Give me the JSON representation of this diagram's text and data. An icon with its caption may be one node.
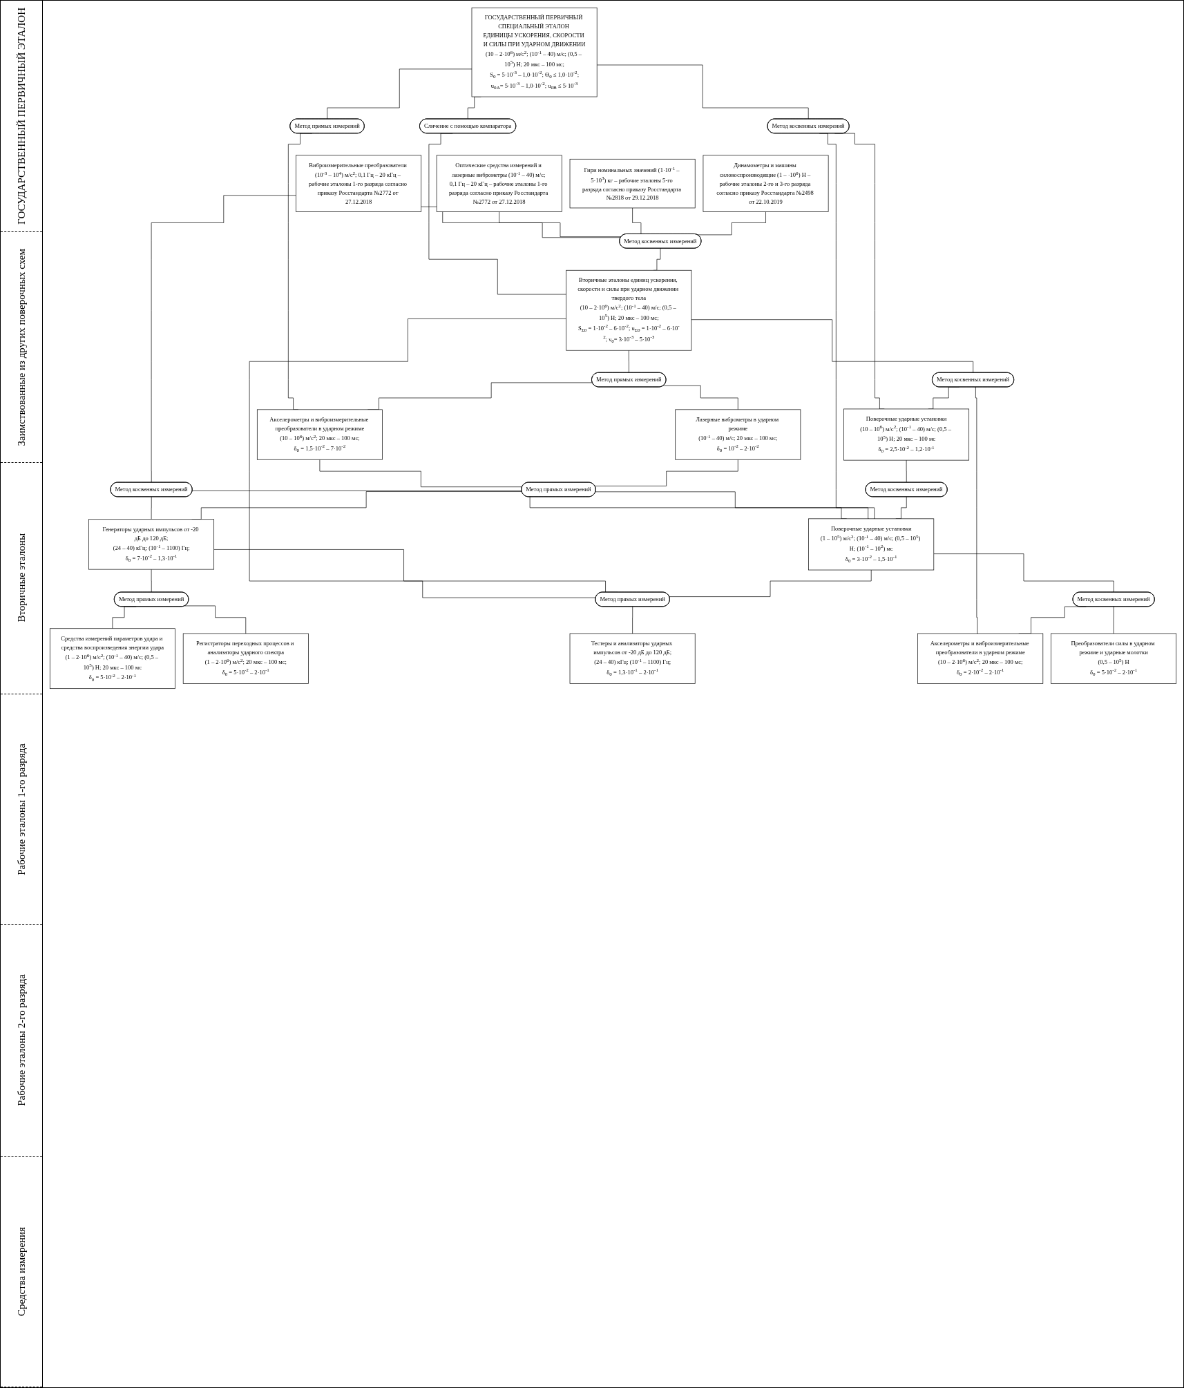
{
  "diagram": {
    "nodes": [
      {
        "text": [
          "ГОСУДАРСТВЕННЫЙ ПЕРВИЧНЫЙ СПЕЦИАЛЬНЫЙ ЭТАЛОН ЕДИНИЦЫ УСКОРЕНИЯ, СКОРОСТИ И СИЛЫ ПРИ УДАРНОМ ДВИЖЕНИИ",
          "(10 – 2·10$^{6}$) м/с$^{2}$; (10$^{-1}$ – 40) м/с; (0,5 – 10$^{5}$) Н; 20 мкс – 100 мс;",
          "S$_{0}$ = 5·10$^{-3}$ – 1,0·10$^{-2}$; Θ$_{0}$ ≤ 1,0·10$^{-2}$;",
          "u$_{0A}$= 5·10$^{-3}$ – 1,0·10$^{-2}$; u$_{0B}$ ≤ 5·10$^{-3}$"
        ]
      },
      {
        "text": [
          "Метод прямых измерений"
        ]
      },
      {
        "text": [
          "Сличение с помощью компаратора"
        ]
      },
      {
        "text": [
          "Метод косвенных измерений"
        ]
      },
      {
        "text": [
          "Виброизмерительные преобразователи (10$^{-3}$ – 10$^{4}$) м/с$^{2}$; 0,1 Гц – 20 кГц – рабочие эталоны 1-го разряда согласно приказу Росстандарта №2772 от 27.12.2018"
        ]
      },
      {
        "text": [
          "Оптические средства измерений и лазерные виброметры (10$^{-1}$ – 40) м/с; 0,1 Гц – 20 кГц – рабочие эталоны 1-го разряда согласно приказу Росстандарта №2772 от 27.12.2018"
        ]
      },
      {
        "text": [
          "Гири номинальных значений (1·10$^{-1}$ – 5·10$^{3}$) кг – рабочие эталоны 5-го разряда согласно приказу Росстандарта №2818 от 29.12.2018"
        ]
      },
      {
        "text": [
          "Динамометры и машины силовоспроизводящие (1 – ·10$^{6}$) Н – рабочие эталоны 2-го и 3-го разряда согласно приказу Росстандарта №2498 от 22.10.2019"
        ]
      },
      {
        "text": [
          "Метод косвенных измерений"
        ]
      },
      {
        "text": [
          "Вторичные эталоны единиц ускорения, скорости и силы при ударном движении твердого тела",
          "(10 – 2·10$^{6}$) м/с$^{2}$; (10$^{-1}$ – 40) м/с; (0,5 – 10$^{5}$) Н; 20 мкс – 100 мс;",
          "S$_{Σ0}$ = 1·10$^{-2}$ – 6·10$^{-2}$; u$_{Σ0}$ = 1·10$^{-2}$ – 6·10$^{-2}$; ν$_{0}$= 3·10$^{-3}$ – 5·10$^{-3}$"
        ]
      },
      {
        "text": [
          "Метод косвенных измерений"
        ]
      },
      {
        "text": [
          "Метод прямых измерений"
        ]
      },
      {
        "text": [
          "Метод косвенных измерений"
        ]
      },
      {
        "text": [
          "Акселерометры и виброизмерительные преобразователи в ударном режиме",
          "(10 – 10$^{6}$) м/с$^{2}$; 20 мкс – 100 мс;",
          "δ$_{0}$ = 1,5·10$^{-2}$ – 7·10$^{-2}$"
        ]
      },
      {
        "text": [
          "Лазерные виброметры в ударном режиме",
          "(10$^{-1}$ – 40) м/с; 20 мкс – 100 мс;",
          "δ$_{0}$ = 10$^{-2}$ – 2·10$^{-2}$"
        ]
      },
      {
        "text": [
          "Поверочные ударные установки",
          "(10 – 10$^{6}$) м/с$^{2}$; (10$^{-1}$ – 40) м/с; (0,5 – 10$^{5}$) Н; 20 мкс – 100 мс",
          "δ$_{0}$ = 2,5·10$^{-2}$ – 1,2·10$^{-1}$"
        ]
      },
      {
        "text": [
          "Метод прямых измерений"
        ]
      },
      {
        "text": [
          "Метод косвенных измерений"
        ]
      },
      {
        "text": [
          "Генераторы ударных импульсов от -20 дБ до 120 дБ;",
          "(24 – 40) кГц; (10$^{-1}$ – 1100) Гц;",
          "δ$_{0}$ = 7·10$^{-2}$ – 1,3·10$^{-1}$"
        ]
      },
      {
        "text": [
          "Поверочные ударные установки",
          "(1 – 10$^{5}$) м/с$^{2}$; (10$^{-1}$ – 40) м/с; (0,5 – 10$^{5}$) Н; (10$^{-1}$ – 10$^{2}$) мс",
          "δ$_{0}$ = 3·10$^{-2}$ – 1,5·10$^{-1}$"
        ]
      },
      {
        "text": [
          "Метод прямых измерений"
        ]
      },
      {
        "text": [
          "Метод прямых измерений"
        ]
      },
      {
        "text": [
          "Метод косвенных измерений"
        ]
      },
      {
        "text": [
          "Средства измерений параметров удара и средства воспроизведения энергии удара",
          "(1 – 2·10$^{6}$) м/с$^{2}$; (10$^{-1}$ – 40) м/с; (0,5 – 10$^{5}$) Н; 20 мкс – 100 мс",
          "δ$_{0}$ = 5·10$^{-2}$ – 2·10$^{-1}$"
        ]
      },
      {
        "text": [
          "Регистраторы переходных процессов и анализаторы ударного спектра",
          "(1 – 2·10$^{6}$) м/с$^{2}$; 20 мкс – 100 мс;",
          "δ$_{0}$ = 5·10$^{-2}$ – 2·10$^{-1}$"
        ]
      },
      {
        "text": [
          "Тестеры и анализаторы ударных импульсов от -20 дБ до 120 дБ;",
          "(24 – 40) кГц; (10$^{-1}$ – 1100) Гц;",
          "δ$_{0}$ = 1,3·10$^{-1}$ – 2·10$^{-1}$"
        ]
      },
      {
        "text": [
          "Акселерометры и виброизмерительные преобразователи в ударном режиме",
          "(10 – 2·10$^{6}$) м/с$^{2}$; 20 мкс – 100 мс;",
          "δ$_{0}$ = 2·10$^{-2}$ – 2·10$^{-1}$"
        ]
      },
      {
        "text": [
          "Преобразователи силы в ударном режиме и ударные молотки",
          "(0,5 – 10$^{5}$) Н",
          "δ$_{0}$ = 5·10$^{-2}$ – 2·10$^{-1}$"
        ]
      }
    ],
    "edges": [
      {
        "from": 0,
        "to": 1,
        "arrow": "none"
      },
      {
        "from": 0,
        "to": 2,
        "arrow": "none"
      },
      {
        "from": 0,
        "to": 3,
        "arrow": "none"
      },
      {
        "from": 1,
        "to": 13,
        "arrow": "none"
      },
      {
        "from": 2,
        "to": 9,
        "arrow": "none"
      },
      {
        "from": 4,
        "to": 8,
        "arrow": "none"
      },
      {
        "from": 4,
        "to": 10,
        "arrow": "none"
      },
      {
        "from": 5,
        "to": 8,
        "arrow": "none"
      },
      {
        "from": 6,
        "to": 8,
        "arrow": "none"
      },
      {
        "from": 7,
        "to": 8,
        "arrow": "none"
      },
      {
        "from": 8,
        "to": 9,
        "arrow": "none"
      },
      {
        "from": 3,
        "to": 15,
        "arrow": "none"
      },
      {
        "from": 3,
        "to": 19,
        "arrow": "none"
      },
      {
        "from": 9,
        "to": 11,
        "arrow": "none"
      },
      {
        "from": 9,
        "to": 12,
        "arrow": "none"
      },
      {
        "from": 9,
        "to": 21,
        "arrow": "none"
      },
      {
        "from": 11,
        "to": 13,
        "arrow": "none"
      },
      {
        "from": 11,
        "to": 14,
        "arrow": "none"
      },
      {
        "from": 12,
        "to": 15,
        "arrow": "none"
      },
      {
        "from": 12,
        "to": 26,
        "arrow": "none"
      },
      {
        "from": 10,
        "to": 18,
        "arrow": "none"
      },
      {
        "from": 10,
        "to": 19,
        "arrow": "none"
      },
      {
        "from": 13,
        "to": 16,
        "arrow": "none"
      },
      {
        "from": 14,
        "to": 16,
        "arrow": "none"
      },
      {
        "from": 15,
        "to": 17,
        "arrow": "none"
      },
      {
        "from": 16,
        "to": 18,
        "arrow": "none"
      },
      {
        "from": 16,
        "to": 19,
        "arrow": "none"
      },
      {
        "from": 17,
        "to": 19,
        "arrow": "none"
      },
      {
        "from": 18,
        "to": 20,
        "arrow": "none"
      },
      {
        "from": 18,
        "to": 21,
        "arrow": "none"
      },
      {
        "from": 19,
        "to": 21,
        "arrow": "none"
      },
      {
        "from": 19,
        "to": 22,
        "arrow": "none"
      },
      {
        "from": 20,
        "to": 23,
        "arrow": "none"
      },
      {
        "from": 20,
        "to": 24,
        "arrow": "none"
      },
      {
        "from": 21,
        "to": 25,
        "arrow": "none"
      },
      {
        "from": 22,
        "to": 26,
        "arrow": "none"
      },
      {
        "from": 22,
        "to": 27,
        "arrow": "none"
      }
    ],
    "labels": [
      "ГОСУДАРСТВЕННЫЙ ПЕРВИЧНЫЙ ЭТАЛОН",
      "Заимствованные из других поверочных схем",
      "Вторичные эталоны",
      "Рабочие эталоны 1-го разряда",
      "Рабочие эталоны 2-го разряда",
      "Средства измерения"
    ]
  }
}
